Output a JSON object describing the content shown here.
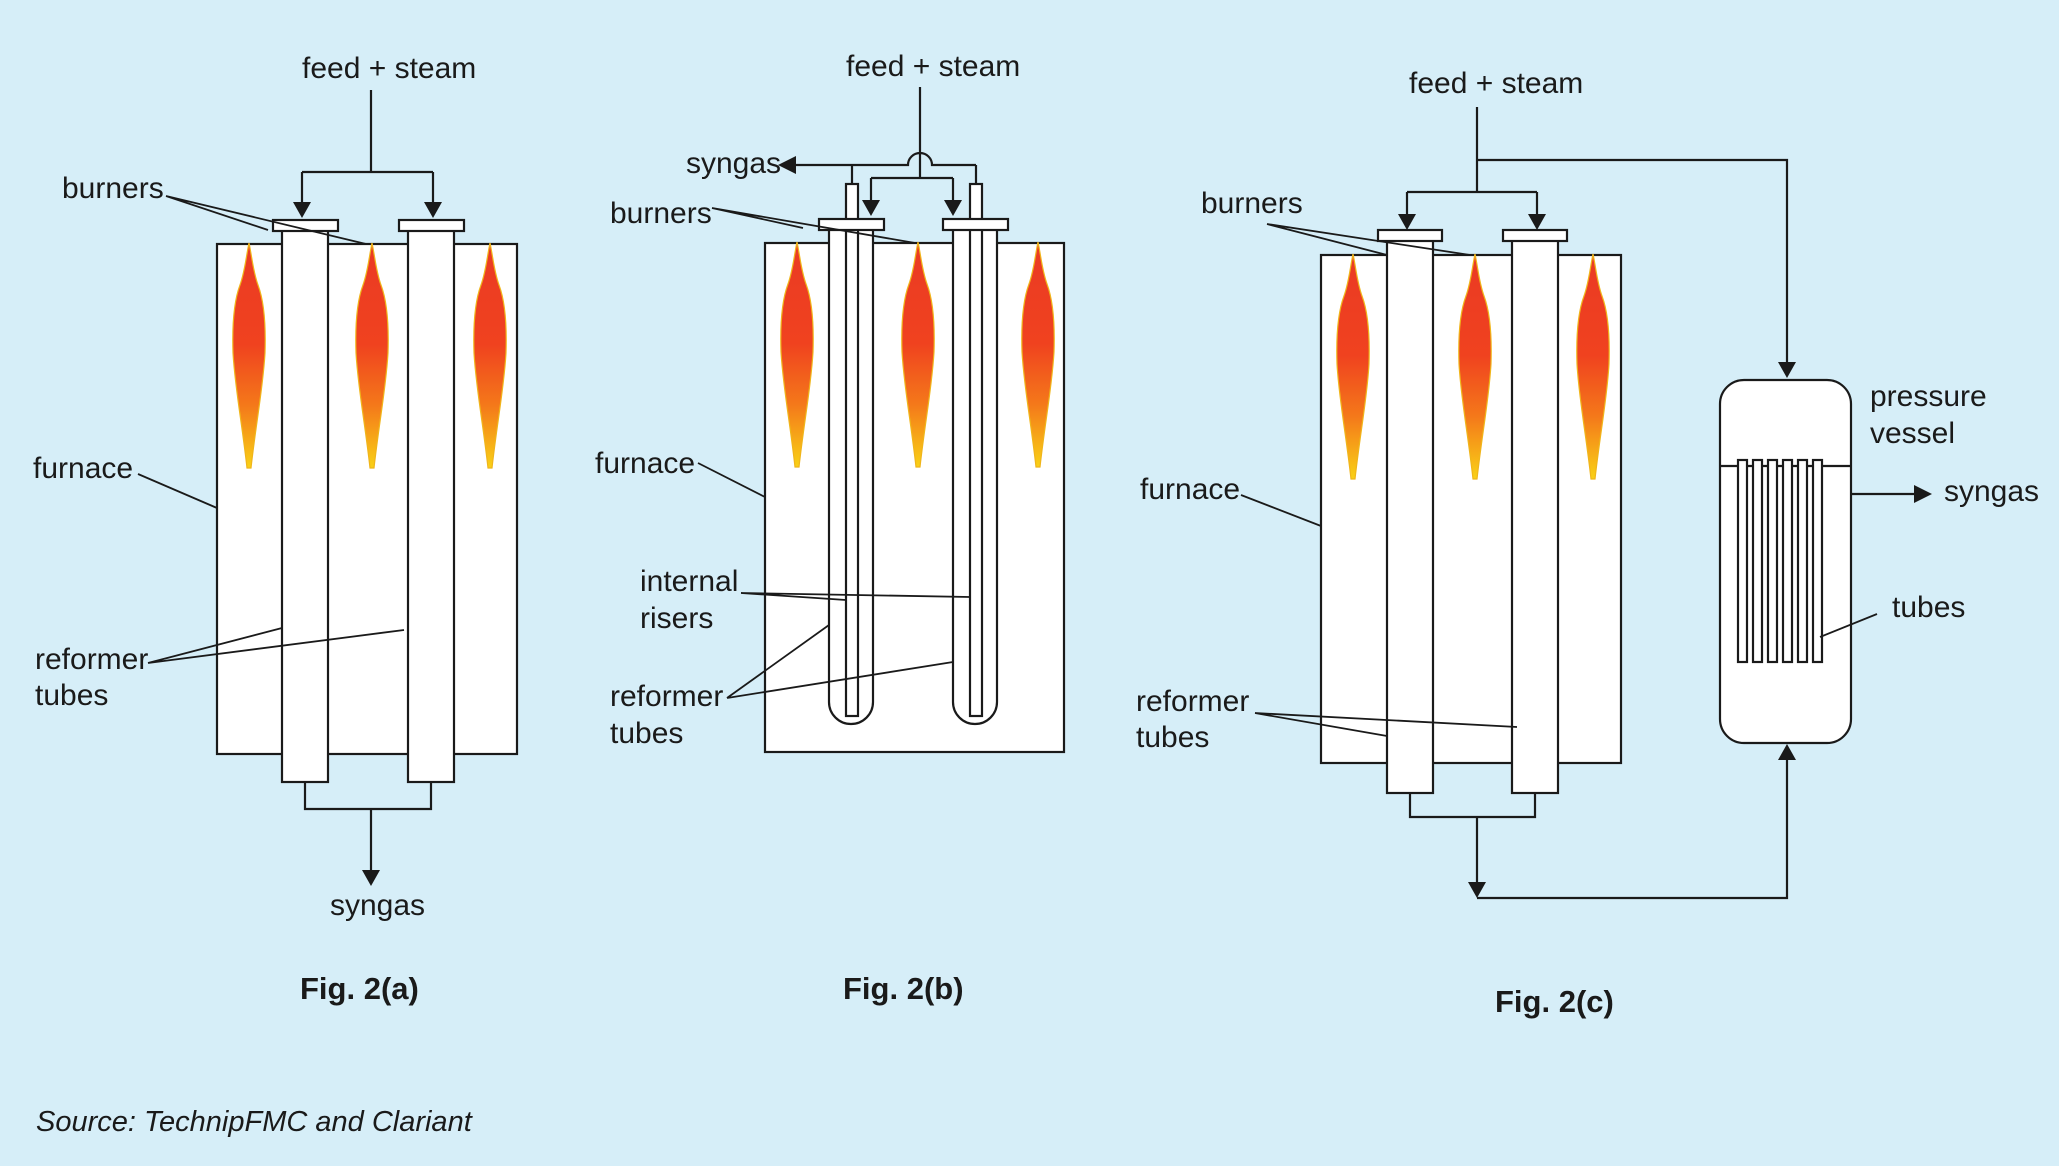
{
  "colors": {
    "background": "#d6eef8",
    "flame_top": "#ea3a24",
    "flame_mid": "#f2641c",
    "flame_bottom": "#f9cc16"
  },
  "diagrams": [
    {
      "caption": "Fig. 2(a)",
      "labels": {
        "feed": "feed + steam",
        "burners": "burners",
        "furnace": "furnace",
        "reformer_1": "reformer",
        "reformer_2": "tubes",
        "syngas": "syngas"
      }
    },
    {
      "caption": "Fig. 2(b)",
      "labels": {
        "feed": "feed + steam",
        "syngas": "syngas",
        "burners": "burners",
        "furnace": "furnace",
        "internal_1": "internal",
        "internal_2": "risers",
        "reformer_1": "reformer",
        "reformer_2": "tubes"
      }
    },
    {
      "caption": "Fig. 2(c)",
      "labels": {
        "feed": "feed + steam",
        "burners": "burners",
        "furnace": "furnace",
        "reformer_1": "reformer",
        "reformer_2": "tubes",
        "pressure_1": "pressure",
        "pressure_2": "vessel",
        "syngas": "syngas",
        "tubes": "tubes"
      }
    }
  ],
  "source": "Source: TechnipFMC and Clariant"
}
